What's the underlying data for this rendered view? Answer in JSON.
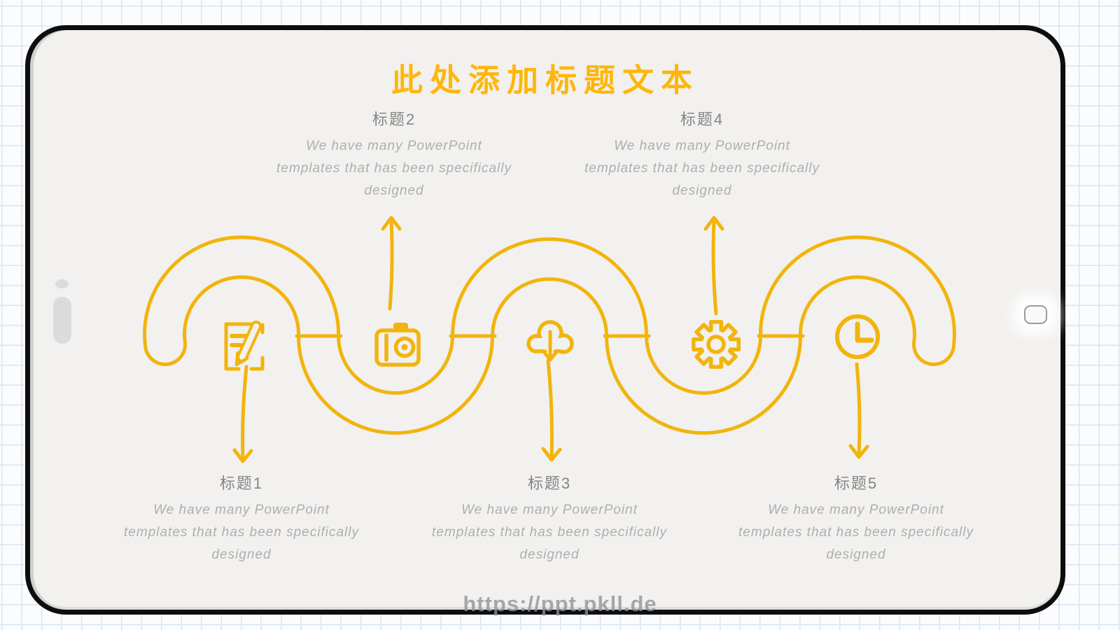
{
  "slide": {
    "title": "此处添加标题文本",
    "watermark": "https://ppt.pkll.de"
  },
  "steps": [
    {
      "label": "标题1",
      "icon": "edit-note-icon",
      "direction": "down",
      "body": [
        "We have many PowerPoint",
        "templates that has been specifically",
        "designed"
      ]
    },
    {
      "label": "标题2",
      "icon": "camera-icon",
      "direction": "up",
      "body": [
        "We have many PowerPoint",
        "templates that has been specifically",
        "designed"
      ]
    },
    {
      "label": "标题3",
      "icon": "cloud-download-icon",
      "direction": "down",
      "body": [
        "We have many PowerPoint",
        "templates that has been specifically",
        "designed"
      ]
    },
    {
      "label": "标题4",
      "icon": "gear-icon",
      "direction": "up",
      "body": [
        "We have many PowerPoint",
        "templates that has been specifically",
        "designed"
      ]
    },
    {
      "label": "标题5",
      "icon": "clock-icon",
      "direction": "down",
      "body": [
        "We have many PowerPoint",
        "templates that has been specifically",
        "designed"
      ]
    }
  ],
  "colors": {
    "accent_yellow": "#F2B40D",
    "title_yellow": "#FFB60A",
    "label_gray": "#858585",
    "body_gray": "#AEAEAE",
    "slide_bg": "#F2F1EF",
    "frame_black": "#0D0D0D",
    "grid_line_blue": "#D9E5F2",
    "watermark_gray": "#8E9398"
  }
}
